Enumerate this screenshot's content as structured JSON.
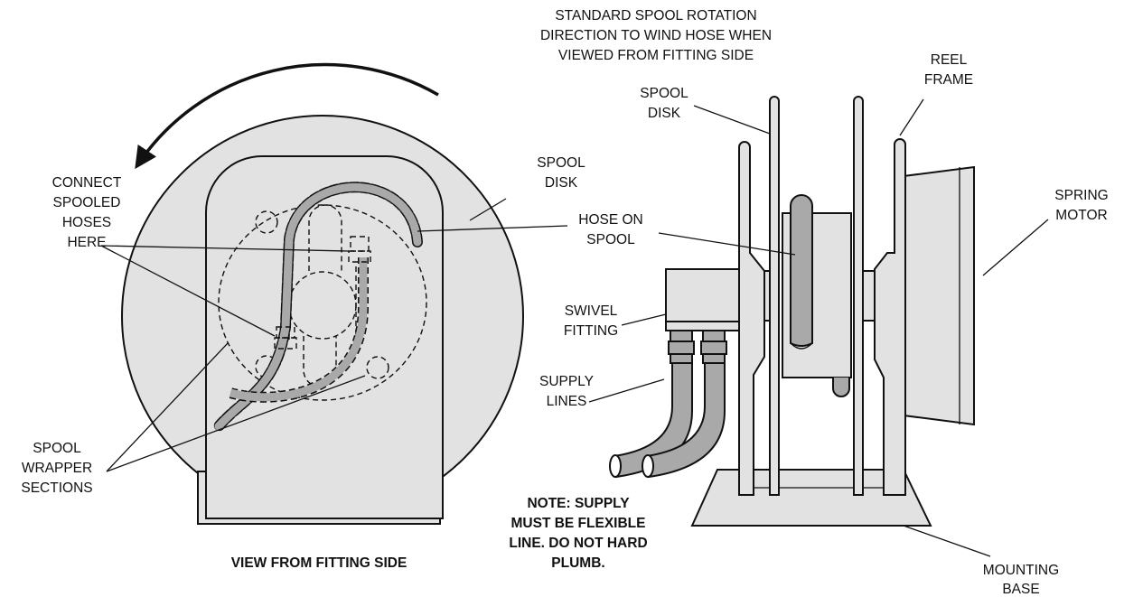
{
  "labels": {
    "rotation": [
      "STANDARD SPOOL ROTATION",
      "DIRECTION TO WIND HOSE WHEN",
      "VIEWED FROM FITTING SIDE"
    ],
    "spool_disk_left": [
      "SPOOL",
      "DISK"
    ],
    "connect_hoses": [
      "CONNECT",
      "SPOOLED",
      "HOSES",
      "HERE"
    ],
    "wrapper_sections": [
      "SPOOL",
      "WRAPPER",
      "SECTIONS"
    ],
    "view_caption": "VIEW FROM FITTING SIDE",
    "spool_disk_right": [
      "SPOOL",
      "DISK"
    ],
    "reel_frame": [
      "REEL",
      "FRAME"
    ],
    "spring_motor": [
      "SPRING",
      "MOTOR"
    ],
    "hose_on_spool": [
      "HOSE ON",
      "SPOOL"
    ],
    "swivel_fitting": [
      "SWIVEL",
      "FITTING"
    ],
    "supply_lines": [
      "SUPPLY",
      "LINES"
    ],
    "note": [
      "NOTE: SUPPLY",
      "MUST BE FLEXIBLE",
      "LINE.  DO NOT HARD",
      "PLUMB."
    ],
    "mounting_base": [
      "MOUNTING",
      "BASE"
    ]
  },
  "colors": {
    "fill_gray": "#e2e2e2",
    "hose_gray": "#a9a9a9",
    "line": "#111111"
  }
}
